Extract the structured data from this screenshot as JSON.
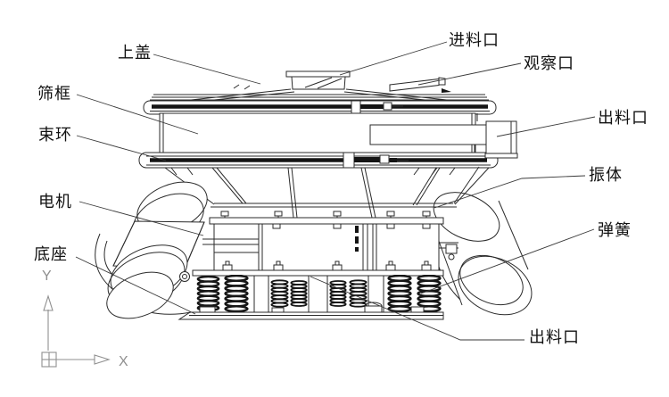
{
  "diagram": {
    "labels": {
      "top_cover": "上盖",
      "feed_inlet": "进料口",
      "observation_port": "观察口",
      "sieve_frame": "筛框",
      "outlet_upper": "出料口",
      "clamp_ring": "束环",
      "vibrating_body": "振体",
      "motor": "电机",
      "spring": "弹簧",
      "base": "底座",
      "outlet_lower": "出料口"
    },
    "axis": {
      "x": "X",
      "y": "Y"
    },
    "colors": {
      "line": "#2b2b2b",
      "axis_gray": "#8f8f8f",
      "background": "#ffffff"
    }
  }
}
